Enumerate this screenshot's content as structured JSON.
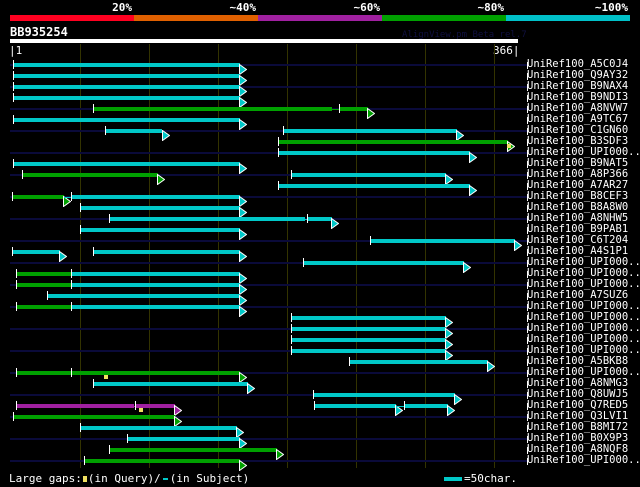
{
  "colors": {
    "cyan": "#00c8c8",
    "green": "#00a000",
    "magenta": "#a020a0",
    "red": "#ff0020",
    "orange": "#e06000",
    "purple": "#a020a0",
    "gridline": "#333300",
    "track": "#0a0a3a",
    "gap_marker": "#f0e060"
  },
  "identity_scale": [
    {
      "label": "20%",
      "color": "#ff0020"
    },
    {
      "label": "~40%",
      "color": "#e06000"
    },
    {
      "label": "~60%",
      "color": "#a020a0"
    },
    {
      "label": "~80%",
      "color": "#00a000"
    },
    {
      "label": "~100%",
      "color": "#00c0c8"
    }
  ],
  "query": {
    "name": "BB935254",
    "start_label": "|1",
    "end_label": "366|",
    "length": 366
  },
  "version_text": "AlignView.pm Beta rel.7",
  "grid_positions": [
    50,
    100,
    150,
    200,
    250,
    300,
    350
  ],
  "hits": [
    {
      "label": "UniRef100_A5C0J4",
      "segs": [
        [
          "c",
          2,
          166,
          1
        ]
      ]
    },
    {
      "label": "UniRef100_Q9AY32",
      "segs": [
        [
          "c",
          2,
          166,
          1
        ]
      ]
    },
    {
      "label": "UniRef100_B9NAX4",
      "segs": [
        [
          "c",
          2,
          166,
          1
        ]
      ]
    },
    {
      "label": "UniRef100_B9NDI3",
      "segs": [
        [
          "c",
          2,
          166,
          1
        ]
      ]
    },
    {
      "label": "UniRef100_A8NVW7",
      "segs": [
        [
          "g",
          60,
          233,
          0
        ],
        [
          "g",
          238,
          259,
          1
        ]
      ]
    },
    {
      "label": "UniRef100_A9TC67",
      "segs": [
        [
          "c",
          2,
          166,
          1
        ]
      ]
    },
    {
      "label": "UniRef100_C1GN60",
      "segs": [
        [
          "c",
          68,
          110,
          1
        ],
        [
          "c",
          197,
          323,
          1
        ]
      ]
    },
    {
      "label": "UniRef100_B3SDF3",
      "segs": [
        [
          "g",
          194,
          360,
          1
        ]
      ],
      "gap_marks": [
        360
      ]
    },
    {
      "label": "UniRef100_UPI000..",
      "segs": [
        [
          "c",
          194,
          333,
          1
        ]
      ]
    },
    {
      "label": "UniRef100_B9NAT5",
      "segs": [
        [
          "c",
          2,
          166,
          1
        ]
      ]
    },
    {
      "label": "UniRef100_A8P366",
      "segs": [
        [
          "g",
          8,
          107,
          1
        ],
        [
          "c",
          203,
          315,
          1
        ]
      ]
    },
    {
      "label": "UniRef100_A7AR27",
      "segs": [
        [
          "c",
          194,
          333,
          1
        ]
      ]
    },
    {
      "label": "UniRef100_B8CEF3",
      "segs": [
        [
          "g",
          1,
          39,
          1
        ],
        [
          "c",
          44,
          166,
          1
        ]
      ]
    },
    {
      "label": "UniRef100_B8A8W0",
      "segs": [
        [
          "c",
          50,
          166,
          1
        ]
      ]
    },
    {
      "label": "UniRef100_A8NHW5",
      "segs": [
        [
          "c",
          71,
          213,
          0
        ],
        [
          "c",
          215,
          233,
          1
        ]
      ]
    },
    {
      "label": "UniRef100_B9PAB1",
      "segs": [
        [
          "c",
          50,
          166,
          1
        ]
      ]
    },
    {
      "label": "UniRef100_C6T204",
      "segs": [
        [
          "c",
          260,
          365,
          1
        ]
      ]
    },
    {
      "label": "UniRef100_A4S1P1",
      "segs": [
        [
          "c",
          1,
          36,
          1
        ],
        [
          "c",
          60,
          166,
          1
        ]
      ]
    },
    {
      "label": "UniRef100_UPI000..",
      "segs": [
        [
          "c",
          212,
          328,
          1
        ]
      ]
    },
    {
      "label": "UniRef100_UPI000..",
      "segs": [
        [
          "g",
          4,
          44,
          0
        ],
        [
          "c",
          44,
          166,
          1
        ]
      ]
    },
    {
      "label": "UniRef100_UPI000..",
      "segs": [
        [
          "g",
          4,
          44,
          0
        ],
        [
          "c",
          44,
          166,
          1
        ]
      ]
    },
    {
      "label": "UniRef100_A7SUZ6",
      "segs": [
        [
          "c",
          26,
          166,
          1
        ]
      ]
    },
    {
      "label": "UniRef100_UPI000..",
      "segs": [
        [
          "g",
          4,
          44,
          0
        ],
        [
          "c",
          44,
          166,
          1
        ]
      ]
    },
    {
      "label": "UniRef100_UPI000..",
      "segs": [
        [
          "c",
          203,
          315,
          1
        ]
      ]
    },
    {
      "label": "UniRef100_UPI000..",
      "segs": [
        [
          "c",
          203,
          315,
          1
        ]
      ]
    },
    {
      "label": "UniRef100_UPI000..",
      "segs": [
        [
          "c",
          203,
          315,
          1
        ]
      ]
    },
    {
      "label": "UniRef100_UPI000..",
      "segs": [
        [
          "c",
          203,
          315,
          1
        ]
      ]
    },
    {
      "label": "UniRef100_A5BKB8",
      "segs": [
        [
          "c",
          245,
          346,
          1
        ]
      ]
    },
    {
      "label": "UniRef100_UPI000..",
      "segs": [
        [
          "g",
          4,
          44,
          0
        ],
        [
          "g",
          44,
          166,
          1
        ]
      ],
      "gap_marks": [
        68
      ]
    },
    {
      "label": "UniRef100_A8NMG3",
      "segs": [
        [
          "c",
          60,
          172,
          1
        ]
      ]
    },
    {
      "label": "UniRef100_Q8UWJ5",
      "segs": [
        [
          "c",
          219,
          322,
          1
        ]
      ]
    },
    {
      "label": "UniRef100_Q7RED5",
      "segs": [
        [
          "m",
          4,
          89,
          0
        ],
        [
          "m",
          90,
          119,
          1
        ],
        [
          "c",
          220,
          279,
          1
        ],
        [
          "c",
          285,
          317,
          1
        ]
      ],
      "gap_marks": [
        94
      ]
    },
    {
      "label": "UniRef100_Q3LVI1",
      "segs": [
        [
          "g",
          2,
          119,
          1
        ]
      ]
    },
    {
      "label": "UniRef100_B8MI72",
      "segs": [
        [
          "c",
          50,
          164,
          1
        ]
      ]
    },
    {
      "label": "UniRef100_B0X9P3",
      "segs": [
        [
          "c",
          84,
          166,
          1
        ]
      ]
    },
    {
      "label": "UniRef100_A8NQF8",
      "segs": [
        [
          "g",
          71,
          193,
          1
        ]
      ]
    },
    {
      "label": "UniRef100_UPI000..",
      "segs": [
        [
          "g",
          53,
          166,
          1
        ]
      ]
    }
  ],
  "legend": {
    "large_gaps": "Large gaps:",
    "in_query": "(in Query)/",
    "in_subject": "(in Subject)",
    "scale": "=50char."
  }
}
